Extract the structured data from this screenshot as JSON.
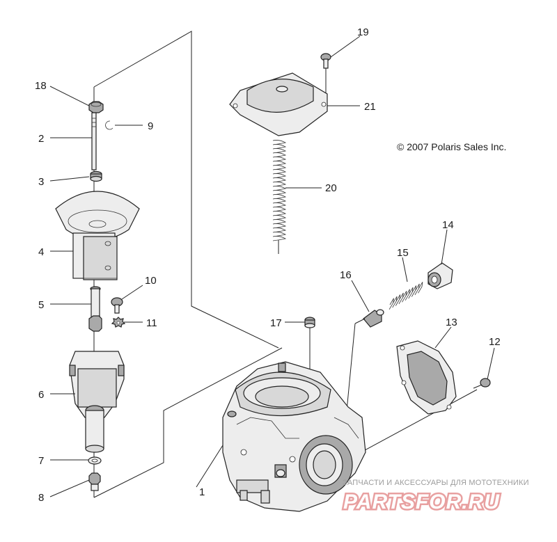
{
  "copyright": "© 2007 Polaris Sales Inc.",
  "watermark": {
    "tagline": "ЗАПЧАСТИ И АКСЕССУАРЫ ДЛЯ МОТОТЕХНИКИ",
    "brand": "PARTSFOR.RU",
    "brand_color": "#e8a0a0"
  },
  "callouts": {
    "c1": "1",
    "c2": "2",
    "c3": "3",
    "c4": "4",
    "c5": "5",
    "c6": "6",
    "c7": "7",
    "c8": "8",
    "c9": "9",
    "c10": "10",
    "c11": "11",
    "c12": "12",
    "c13": "13",
    "c14": "14",
    "c15": "15",
    "c16": "16",
    "c17": "17",
    "c18": "18",
    "c19": "19",
    "c20": "20",
    "c21": "21"
  }
}
